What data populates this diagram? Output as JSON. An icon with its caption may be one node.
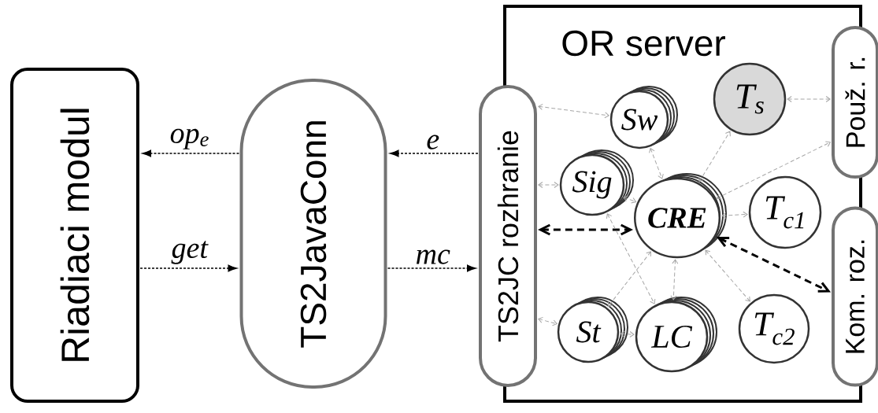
{
  "diagram": {
    "nodes": [
      {
        "text": [
          "Riadiaci modul"
        ]
      },
      {
        "text": [
          "TS2JavaConn"
        ]
      },
      {
        "text": [
          "OR server"
        ]
      },
      {
        "text": [
          "TS2JC rozhranie"
        ]
      },
      {
        "text": [
          "Sw"
        ],
        "in": 2
      },
      {
        "text": [
          "T$_{s}$"
        ],
        "in": 2
      },
      {
        "text": [
          "Sig"
        ],
        "in": 2
      },
      {
        "text": [
          "CRE"
        ],
        "in": 2
      },
      {
        "text": [
          "T$_{c1}$"
        ],
        "in": 2
      },
      {
        "text": [
          "St"
        ],
        "in": 2
      },
      {
        "text": [
          "LC"
        ],
        "in": 2
      },
      {
        "text": [
          "T$_{c2}$"
        ],
        "in": 2
      },
      {
        "text": [
          "Použ. r."
        ]
      },
      {
        "text": [
          "Kom. roz."
        ]
      }
    ],
    "edges": [
      {
        "from": 1,
        "to": 0,
        "arrow": "to",
        "label": "op$_{e}$",
        "style": "dashed",
        "color": "#000000"
      },
      {
        "from": 0,
        "to": 1,
        "arrow": "to",
        "label": "get",
        "style": "dashed",
        "color": "#000000"
      },
      {
        "from": 3,
        "to": 1,
        "arrow": "to",
        "label": "e",
        "style": "dashed",
        "color": "#000000"
      },
      {
        "from": 1,
        "to": 3,
        "arrow": "to",
        "label": "mc",
        "style": "dashed",
        "color": "#000000"
      },
      {
        "from": 3,
        "to": 4,
        "arrow": "both",
        "style": "dashed"
      },
      {
        "from": 3,
        "to": 6,
        "arrow": "both",
        "style": "dashed"
      },
      {
        "from": 3,
        "to": 7,
        "arrow": "both",
        "style": "dashed",
        "color": "#000000"
      },
      {
        "from": 3,
        "to": 9,
        "arrow": "both",
        "style": "dashed"
      },
      {
        "from": 4,
        "to": 7,
        "arrow": "both",
        "style": "dashed"
      },
      {
        "from": 5,
        "to": 12,
        "arrow": "both",
        "style": "dashed"
      },
      {
        "from": 7,
        "to": 5,
        "arrow": "both",
        "style": "dashed"
      },
      {
        "from": 7,
        "to": 12,
        "arrow": "both",
        "style": "dashed"
      },
      {
        "from": 6,
        "to": 7,
        "arrow": "both",
        "style": "dashed"
      },
      {
        "from": 6,
        "to": 10,
        "arrow": "both",
        "style": "dashed"
      },
      {
        "from": 7,
        "to": 9,
        "arrow": "both",
        "style": "dashed"
      },
      {
        "from": 7,
        "to": 10,
        "arrow": "both",
        "style": "dashed"
      },
      {
        "from": 7,
        "to": 8,
        "arrow": "both",
        "style": "dashed"
      },
      {
        "from": 7,
        "to": 11,
        "arrow": "both",
        "style": "dashed"
      },
      {
        "from": 7,
        "to": 13,
        "arrow": "both",
        "style": "dashed",
        "color": "#000000"
      },
      {
        "from": 9,
        "to": 10,
        "arrow": "both",
        "style": "dashed"
      }
    ]
  }
}
